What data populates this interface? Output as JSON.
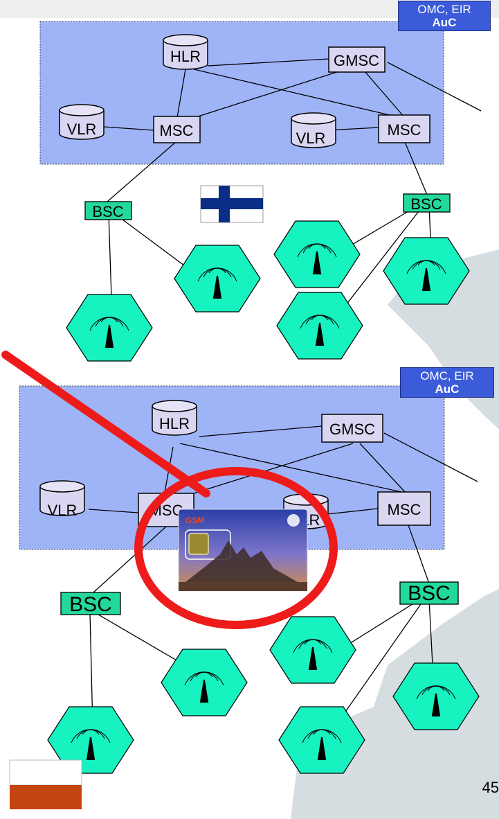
{
  "networks": [
    {
      "id": "finland",
      "omc_label": "OMC, EIR",
      "auc_label": "AuC",
      "hlr": "HLR",
      "gmsc": "GMSC",
      "vlr_left": "VLR",
      "vlr_right": "VLR",
      "msc_left": "MSC",
      "msc_right": "MSC",
      "bsc_left": "BSC",
      "bsc_right": "BSC",
      "flag": "finland-flag"
    },
    {
      "id": "poland",
      "omc_label": "OMC, EIR",
      "auc_label": "AuC",
      "hlr": "HLR",
      "gmsc": "GMSC",
      "vlr_left": "VLR",
      "vlr_right": "VLR",
      "msc_left": "MSC",
      "msc_right": "MSC",
      "bsc_left": "BSC",
      "bsc_right": "BSC",
      "flag": "poland-flag"
    }
  ],
  "sim_card": {
    "brand": "GSM"
  },
  "page_number": "45",
  "colors": {
    "network_area": "#9fb4f7",
    "node_fill": "#d9d6f2",
    "cell_fill": "#16f2c0",
    "bsc_fill": "#23d89c",
    "omc_fill": "#3b5bd9",
    "highlight": "#ee1b1b",
    "map_gray": "#d6dde0"
  }
}
